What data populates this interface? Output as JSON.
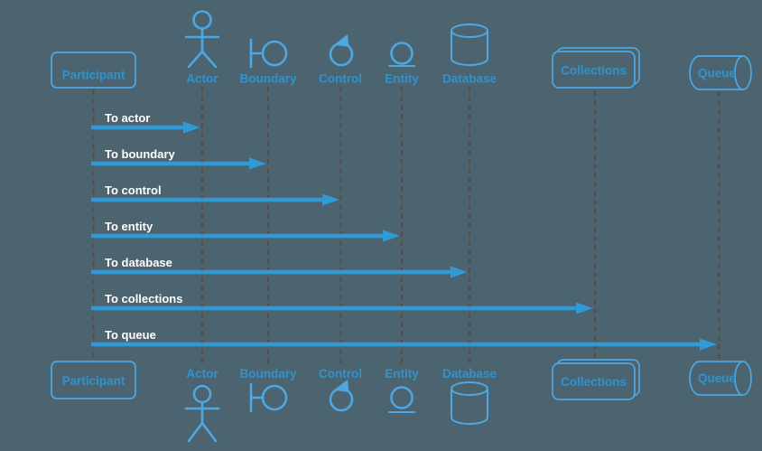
{
  "diagram": {
    "kind": "uml-sequence-diagram",
    "participants": [
      {
        "id": "participant",
        "label": "Participant",
        "shape": "rounded-box"
      },
      {
        "id": "actor",
        "label": "Actor",
        "shape": "stick-figure"
      },
      {
        "id": "boundary",
        "label": "Boundary",
        "shape": "boundary-symbol"
      },
      {
        "id": "control",
        "label": "Control",
        "shape": "control-symbol"
      },
      {
        "id": "entity",
        "label": "Entity",
        "shape": "entity-symbol"
      },
      {
        "id": "database",
        "label": "Database",
        "shape": "cylinder"
      },
      {
        "id": "collections",
        "label": "Collections",
        "shape": "double-rounded-box"
      },
      {
        "id": "queue",
        "label": "Queue",
        "shape": "horizontal-cylinder"
      }
    ],
    "messages": [
      {
        "from": "participant",
        "to": "actor",
        "label": "To actor"
      },
      {
        "from": "participant",
        "to": "boundary",
        "label": "To boundary"
      },
      {
        "from": "participant",
        "to": "control",
        "label": "To control"
      },
      {
        "from": "participant",
        "to": "entity",
        "label": "To entity"
      },
      {
        "from": "participant",
        "to": "database",
        "label": "To database"
      },
      {
        "from": "participant",
        "to": "collections",
        "label": "To collections"
      },
      {
        "from": "participant",
        "to": "queue",
        "label": "To queue"
      }
    ],
    "colors": {
      "background": "#4c6470",
      "shape_stroke": "#4da7e3",
      "label_text": "#2f93cf",
      "arrow": "#2f9ad6",
      "message_text": "#ffffff",
      "lifeline": "#584c45"
    }
  }
}
